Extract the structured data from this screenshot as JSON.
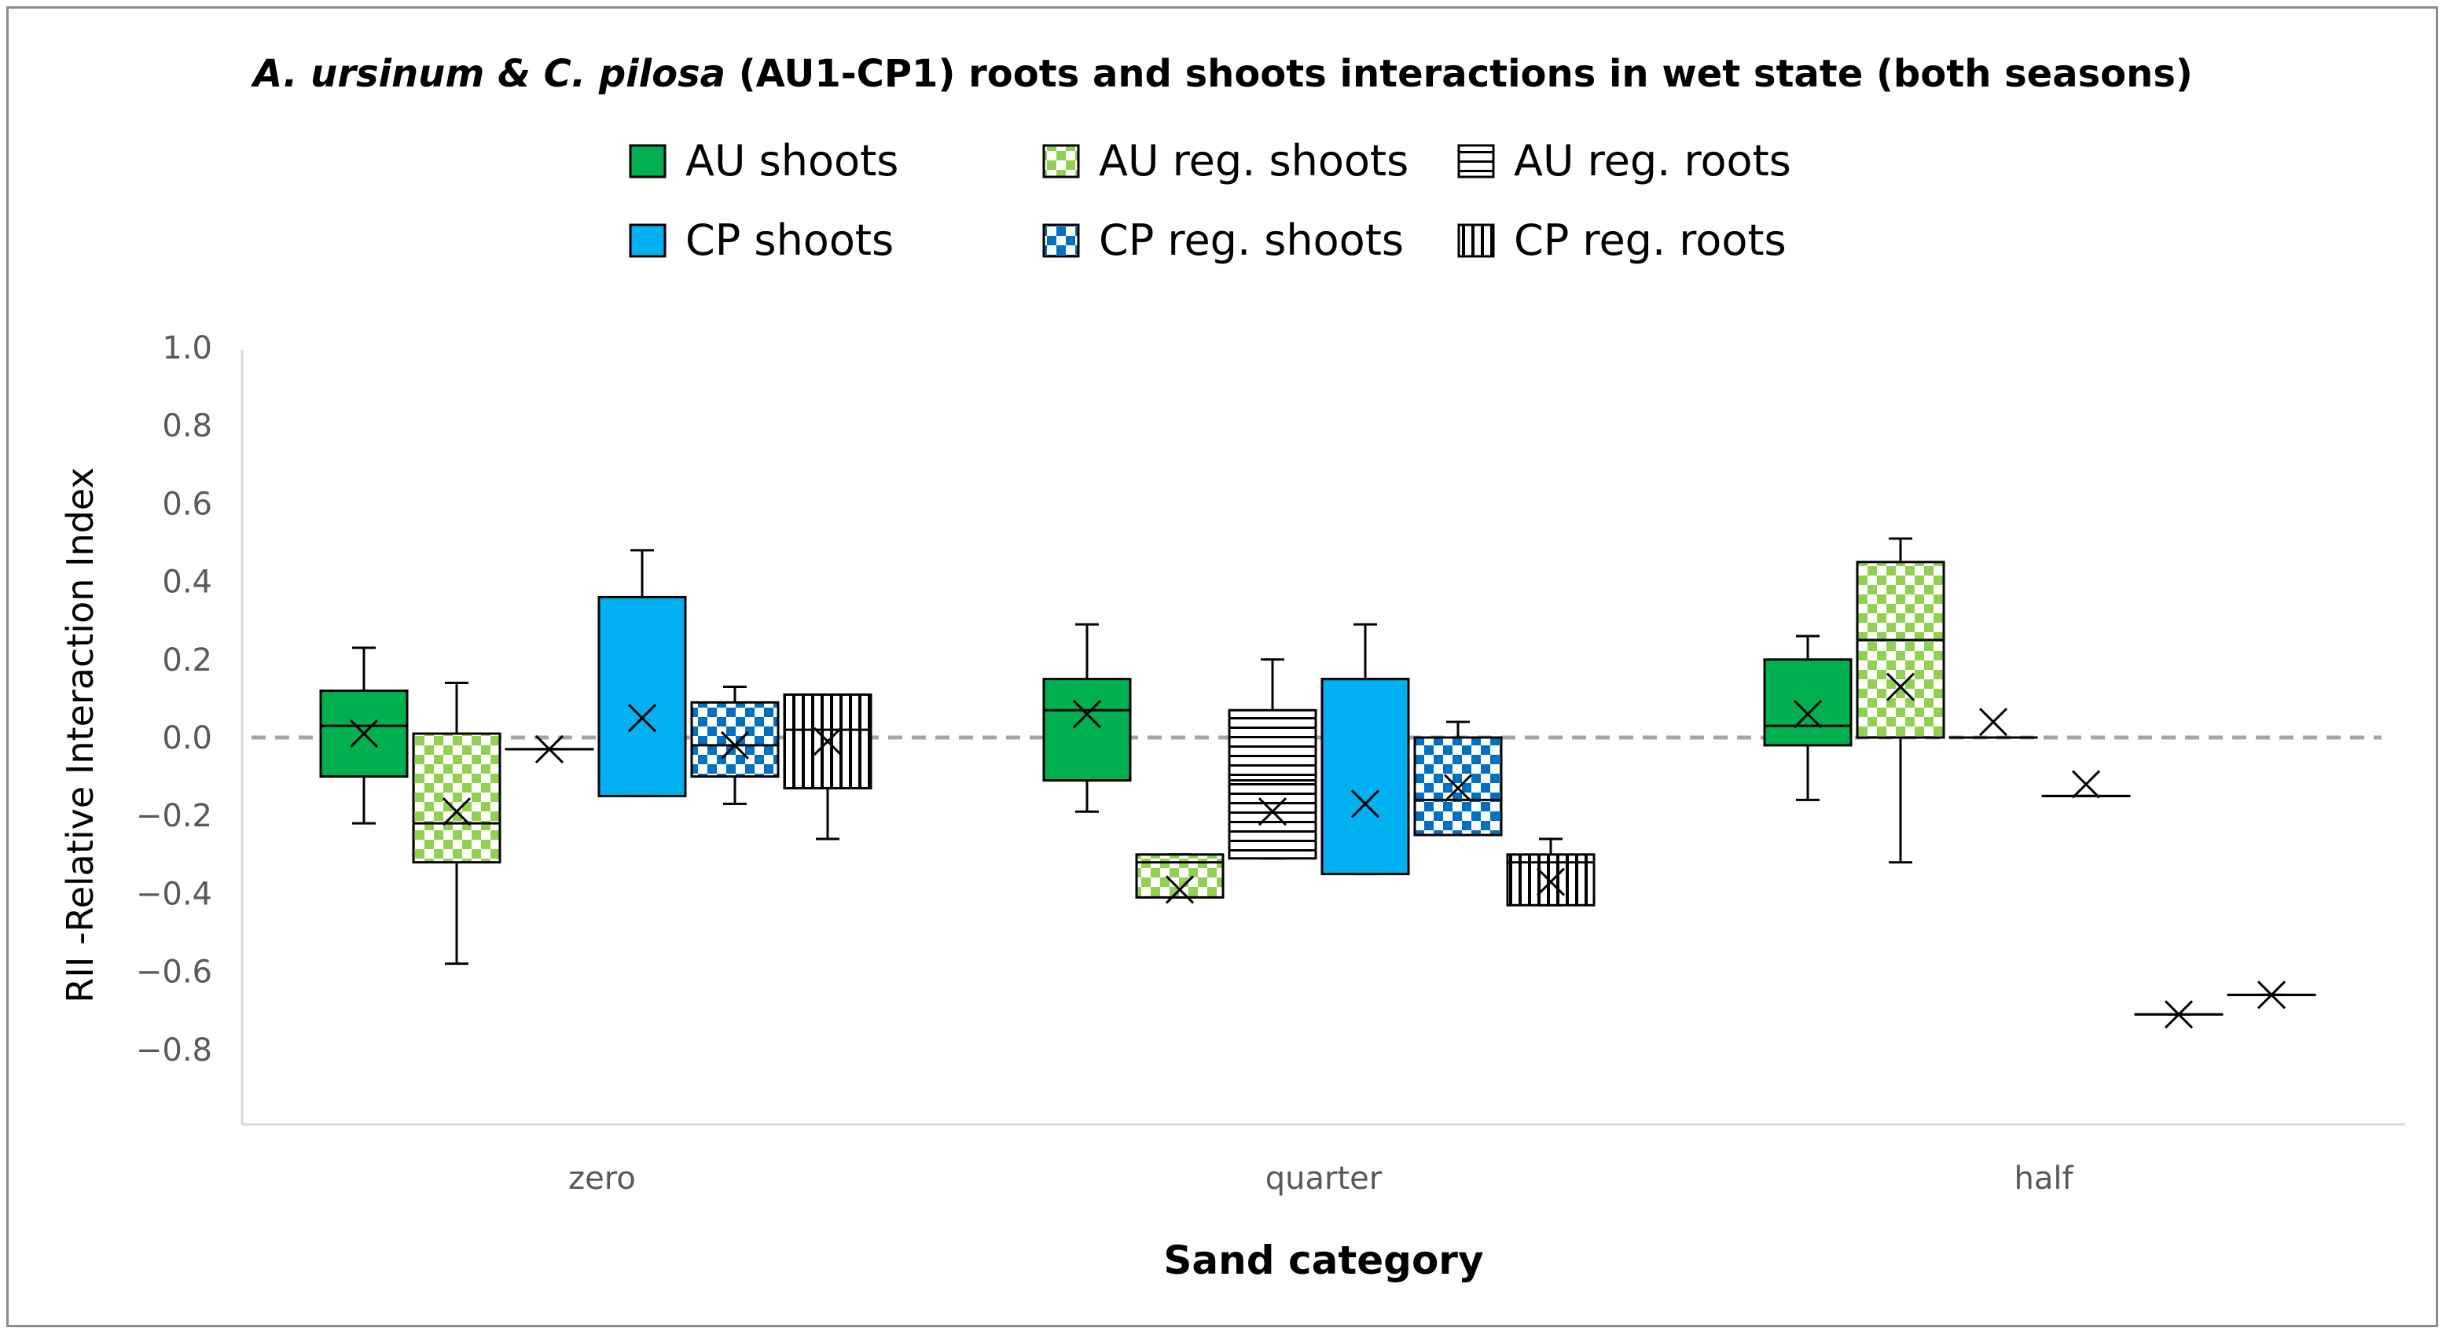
{
  "chart_data": {
    "type": "box",
    "title": {
      "italic": "A. ursinum & C. pilosa",
      "rest": " (AU1-CP1) roots and shoots interactions in wet state (both seasons)"
    },
    "xlabel": "Sand category",
    "ylabel": "RII -Relative Interaction Index",
    "ylim": [
      -0.9,
      1.0
    ],
    "yticks": [
      {
        "value": 1.0,
        "label": "1.0"
      },
      {
        "value": 0.8,
        "label": "0.8"
      },
      {
        "value": 0.6,
        "label": "0.6"
      },
      {
        "value": 0.4,
        "label": "0.4"
      },
      {
        "value": 0.2,
        "label": "0.2"
      },
      {
        "value": 0.0,
        "label": "0.0"
      },
      {
        "value": -0.2,
        "label": "−0.2"
      },
      {
        "value": -0.4,
        "label": "−0.4"
      },
      {
        "value": -0.6,
        "label": "−0.6"
      },
      {
        "value": -0.8,
        "label": "−0.8"
      }
    ],
    "reference_line": {
      "value": 0.0,
      "style": "dashed",
      "color": "#a6a6a6"
    },
    "grid": false,
    "legend_position": "top",
    "categories": [
      "zero",
      "quarter",
      "half"
    ],
    "series": [
      {
        "name": "AU shoots",
        "fill": "solid",
        "color": "#00b050",
        "boxes": [
          {
            "min": -0.22,
            "q1": -0.1,
            "median": 0.03,
            "q3": 0.12,
            "max": 0.23,
            "mean": 0.01
          },
          {
            "min": -0.19,
            "q1": -0.11,
            "median": 0.07,
            "q3": 0.15,
            "max": 0.29,
            "mean": 0.06
          },
          {
            "min": -0.16,
            "q1": -0.02,
            "median": 0.03,
            "q3": 0.2,
            "max": 0.26,
            "mean": 0.06
          }
        ]
      },
      {
        "name": "AU reg. shoots",
        "fill": "checker",
        "color": "#92d050",
        "boxes": [
          {
            "min": -0.58,
            "q1": -0.32,
            "median": -0.22,
            "q3": 0.01,
            "max": 0.14,
            "mean": -0.19
          },
          {
            "min": -0.41,
            "q1": -0.41,
            "median": -0.32,
            "q3": -0.3,
            "max": -0.3,
            "mean": -0.39
          },
          {
            "min": -0.32,
            "q1": 0.0,
            "median": 0.25,
            "q3": 0.45,
            "max": 0.51,
            "mean": 0.13
          }
        ]
      },
      {
        "name": "AU reg. roots",
        "fill": "horizontal",
        "color": "#000000",
        "boxes": [
          {
            "min": -0.03,
            "q1": -0.03,
            "median": -0.03,
            "q3": -0.03,
            "max": -0.03,
            "mean": -0.03
          },
          {
            "min": -0.31,
            "q1": -0.31,
            "median": -0.11,
            "q3": 0.07,
            "max": 0.2,
            "mean": -0.19
          },
          {
            "min": 0.0,
            "q1": 0.0,
            "median": 0.0,
            "q3": 0.0,
            "max": 0.0,
            "mean": 0.04
          }
        ]
      },
      {
        "name": "CP shoots",
        "fill": "solid",
        "color": "#00b0f0",
        "boxes": [
          {
            "min": -0.15,
            "q1": -0.15,
            "median": 0.36,
            "q3": 0.36,
            "max": 0.48,
            "mean": 0.05
          },
          {
            "min": -0.35,
            "q1": -0.35,
            "median": 0.15,
            "q3": 0.15,
            "max": 0.29,
            "mean": -0.17
          },
          {
            "min": -0.15,
            "q1": -0.15,
            "median": -0.15,
            "q3": -0.15,
            "max": -0.15,
            "mean": -0.12
          }
        ]
      },
      {
        "name": "CP reg. shoots",
        "fill": "checker",
        "color": "#0070c0",
        "boxes": [
          {
            "min": -0.17,
            "q1": -0.1,
            "median": -0.02,
            "q3": 0.09,
            "max": 0.13,
            "mean": -0.02
          },
          {
            "min": -0.25,
            "q1": -0.25,
            "median": -0.16,
            "q3": 0.0,
            "max": 0.04,
            "mean": -0.13
          },
          {
            "min": -0.71,
            "q1": -0.71,
            "median": -0.71,
            "q3": -0.71,
            "max": -0.71,
            "mean": -0.71
          }
        ]
      },
      {
        "name": "CP reg. roots",
        "fill": "vertical",
        "color": "#000000",
        "boxes": [
          {
            "min": -0.26,
            "q1": -0.13,
            "median": 0.02,
            "q3": 0.11,
            "max": 0.11,
            "mean": -0.01
          },
          {
            "min": -0.43,
            "q1": -0.43,
            "median": -0.32,
            "q3": -0.3,
            "max": -0.26,
            "mean": -0.37
          },
          {
            "min": -0.66,
            "q1": -0.66,
            "median": -0.66,
            "q3": -0.66,
            "max": -0.66,
            "mean": -0.66
          }
        ]
      }
    ]
  }
}
